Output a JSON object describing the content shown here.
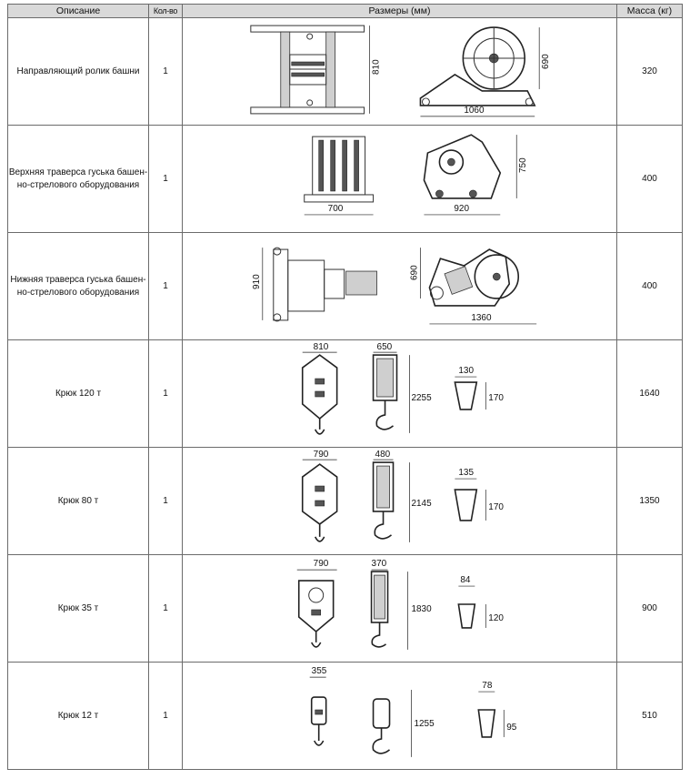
{
  "header": {
    "description": "Описание",
    "quantity": "Кол-во",
    "dimensions": "Размеры (мм)",
    "mass": "Масса (кг)"
  },
  "rows": [
    {
      "description": "Направляющий ролик башни",
      "quantity": "1",
      "mass": "320",
      "dims": {
        "a": "810",
        "b": "690",
        "c": "1060"
      }
    },
    {
      "description": "Верхняя траверса гуська башен-но-стрелового оборудования",
      "quantity": "1",
      "mass": "400",
      "dims": {
        "a": "700",
        "b": "750",
        "c": "920"
      }
    },
    {
      "description": "Нижняя траверса гуська башен-но-стрелового оборудования",
      "quantity": "1",
      "mass": "400",
      "dims": {
        "a": "910",
        "b": "690",
        "c": "1360"
      }
    },
    {
      "description": "Крюк 120 т",
      "quantity": "1",
      "mass": "1640",
      "dims": {
        "a": "810",
        "b": "650",
        "c": "2255",
        "d": "130",
        "e": "170"
      }
    },
    {
      "description": "Крюк 80 т",
      "quantity": "1",
      "mass": "1350",
      "dims": {
        "a": "790",
        "b": "480",
        "c": "2145",
        "d": "135",
        "e": "170"
      }
    },
    {
      "description": "Крюк 35 т",
      "quantity": "1",
      "mass": "900",
      "dims": {
        "a": "790",
        "b": "370",
        "c": "1830",
        "d": "84",
        "e": "120"
      }
    },
    {
      "description": "Крюк 12 т",
      "quantity": "1",
      "mass": "510",
      "dims": {
        "a": "355",
        "c": "1255",
        "d": "78",
        "e": "95"
      }
    }
  ]
}
